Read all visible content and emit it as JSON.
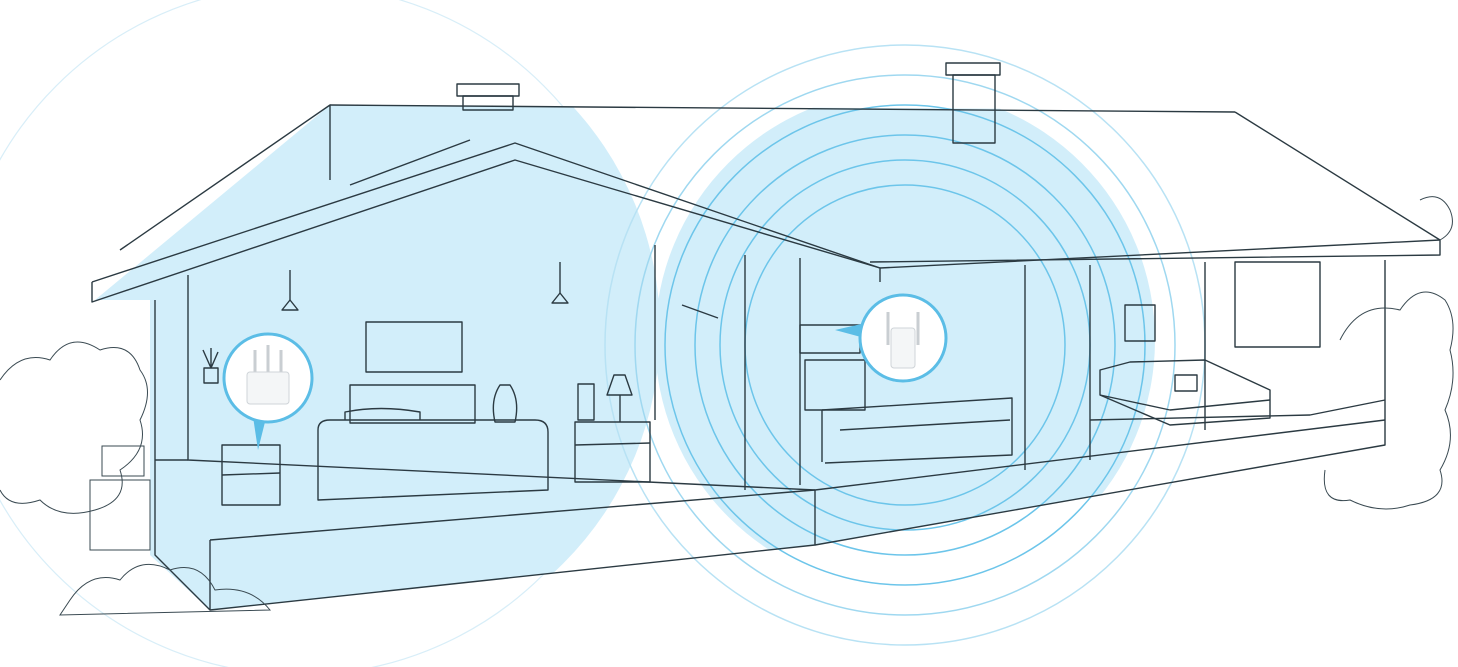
{
  "scene": {
    "subject": "house-wifi-coverage",
    "devices": [
      {
        "name": "router",
        "icon": "router-icon"
      },
      {
        "name": "range-extender",
        "icon": "range-extender-icon"
      }
    ]
  },
  "colors": {
    "coverage_fill": "#d2eefa",
    "coverage_ring": "#6cc5ea",
    "outline": "#2b3a42",
    "device_bubble_border": "#5bbde6"
  }
}
